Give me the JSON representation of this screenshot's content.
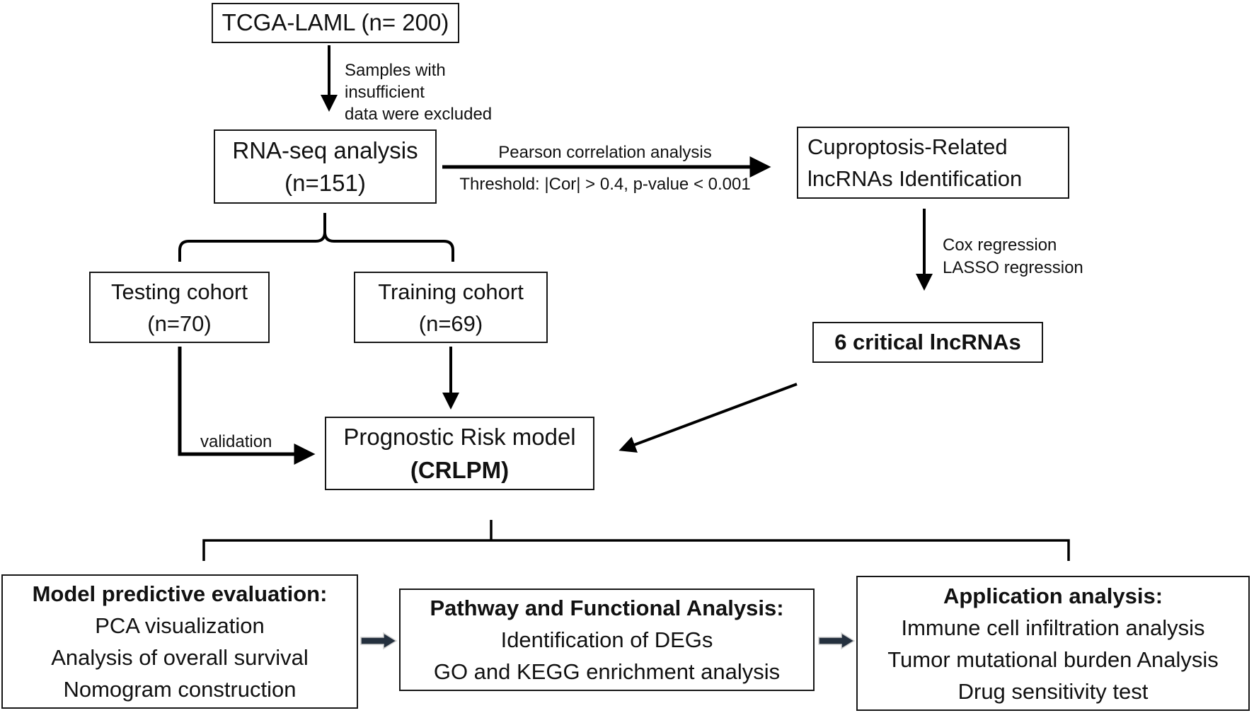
{
  "diagram": {
    "title_implicit": "Study workflow flowchart",
    "colors": {
      "background": "#ffffff",
      "line": "#000000",
      "box_border": "#161616",
      "text": "#111111",
      "block_arrow": "#24303e",
      "block_arrow_outline": "#d0d0d0"
    }
  },
  "nodes": {
    "tcga": {
      "text": "TCGA-LAML (n= 200)"
    },
    "rnaseq": {
      "line1": "RNA-seq analysis",
      "line2": "(n=151)"
    },
    "cuproptosis": {
      "line1": "Cuproptosis-Related",
      "line2": "lncRNAs Identification"
    },
    "critical": {
      "text": "6 critical lncRNAs"
    },
    "testing": {
      "line1": "Testing cohort",
      "line2": "(n=70)"
    },
    "training": {
      "line1": "Training cohort",
      "line2": "(n=69)"
    },
    "prognostic": {
      "line1": "Prognostic Risk model",
      "line2": "(CRLPM)"
    },
    "evaluation": {
      "title": "Model predictive evaluation:",
      "items": [
        "PCA visualization",
        "Analysis of overall survival",
        "Nomogram construction"
      ]
    },
    "pathway": {
      "title": "Pathway and Functional Analysis:",
      "items": [
        "Identification of DEGs",
        "GO and KEGG enrichment analysis"
      ]
    },
    "application": {
      "title": "Application analysis:",
      "items": [
        "Immune cell infiltration analysis",
        "Tumor mutational burden Analysis",
        "Drug sensitivity test"
      ]
    }
  },
  "labels": {
    "exclusion": {
      "line1": "Samples with insufficient",
      "line2": "data were excluded"
    },
    "pearson": "Pearson correlation analysis",
    "threshold": "Threshold: |Cor| > 0.4, p-value < 0.001",
    "cox": "Cox regression",
    "lasso": "LASSO regression",
    "validation": "validation"
  }
}
